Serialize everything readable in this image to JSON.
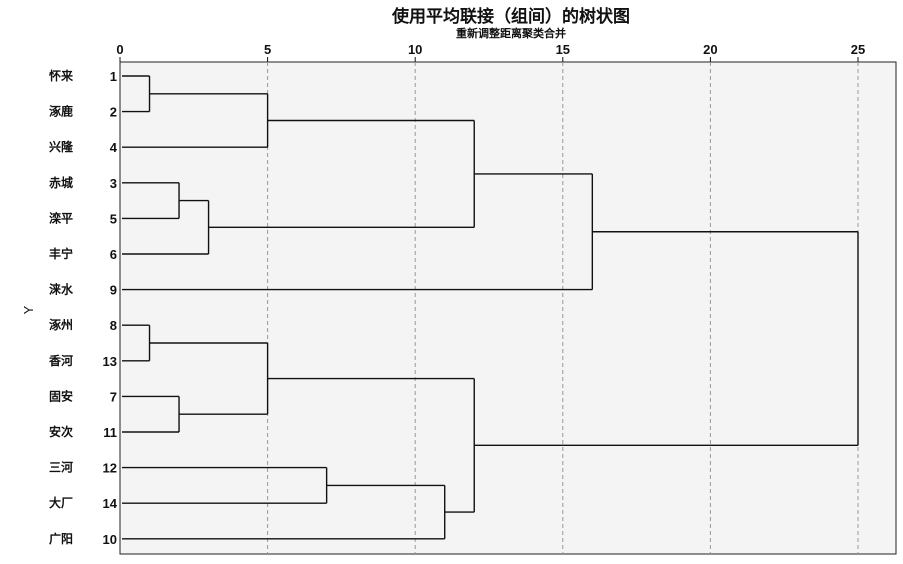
{
  "chart_data": {
    "type": "dendrogram",
    "title": "使用平均联接（组间）的树状图",
    "subtitle": "重新调整距离聚类合并",
    "ylabel": "Y",
    "xlim": [
      0,
      25
    ],
    "xticks": [
      0,
      5,
      10,
      15,
      20,
      25
    ],
    "grid": true,
    "leaves": [
      {
        "id": "1",
        "name": "怀来"
      },
      {
        "id": "2",
        "name": "涿鹿"
      },
      {
        "id": "4",
        "name": "兴隆"
      },
      {
        "id": "3",
        "name": "赤城"
      },
      {
        "id": "5",
        "name": "滦平"
      },
      {
        "id": "6",
        "name": "丰宁"
      },
      {
        "id": "9",
        "name": "涞水"
      },
      {
        "id": "8",
        "name": "涿州"
      },
      {
        "id": "13",
        "name": "香河"
      },
      {
        "id": "7",
        "name": "固安"
      },
      {
        "id": "11",
        "name": "安次"
      },
      {
        "id": "12",
        "name": "三河"
      },
      {
        "id": "14",
        "name": "大厂"
      },
      {
        "id": "10",
        "name": "广阳"
      }
    ],
    "merges": [
      {
        "a": "L0",
        "b": "L1",
        "height": 1.0
      },
      {
        "a": "M0",
        "b": "L2",
        "height": 5.0
      },
      {
        "a": "L3",
        "b": "L4",
        "height": 2.0
      },
      {
        "a": "M2",
        "b": "L5",
        "height": 3.0
      },
      {
        "a": "M1",
        "b": "M3",
        "height": 12.0
      },
      {
        "a": "M4",
        "b": "L6",
        "height": 16.0
      },
      {
        "a": "L7",
        "b": "L8",
        "height": 1.0
      },
      {
        "a": "L9",
        "b": "L10",
        "height": 2.0
      },
      {
        "a": "M6",
        "b": "M7",
        "height": 5.0
      },
      {
        "a": "L11",
        "b": "L12",
        "height": 7.0
      },
      {
        "a": "M9",
        "b": "L13",
        "height": 11.0
      },
      {
        "a": "M8",
        "b": "M10",
        "height": 12.0
      },
      {
        "a": "M5",
        "b": "M11",
        "height": 25.0
      }
    ]
  }
}
